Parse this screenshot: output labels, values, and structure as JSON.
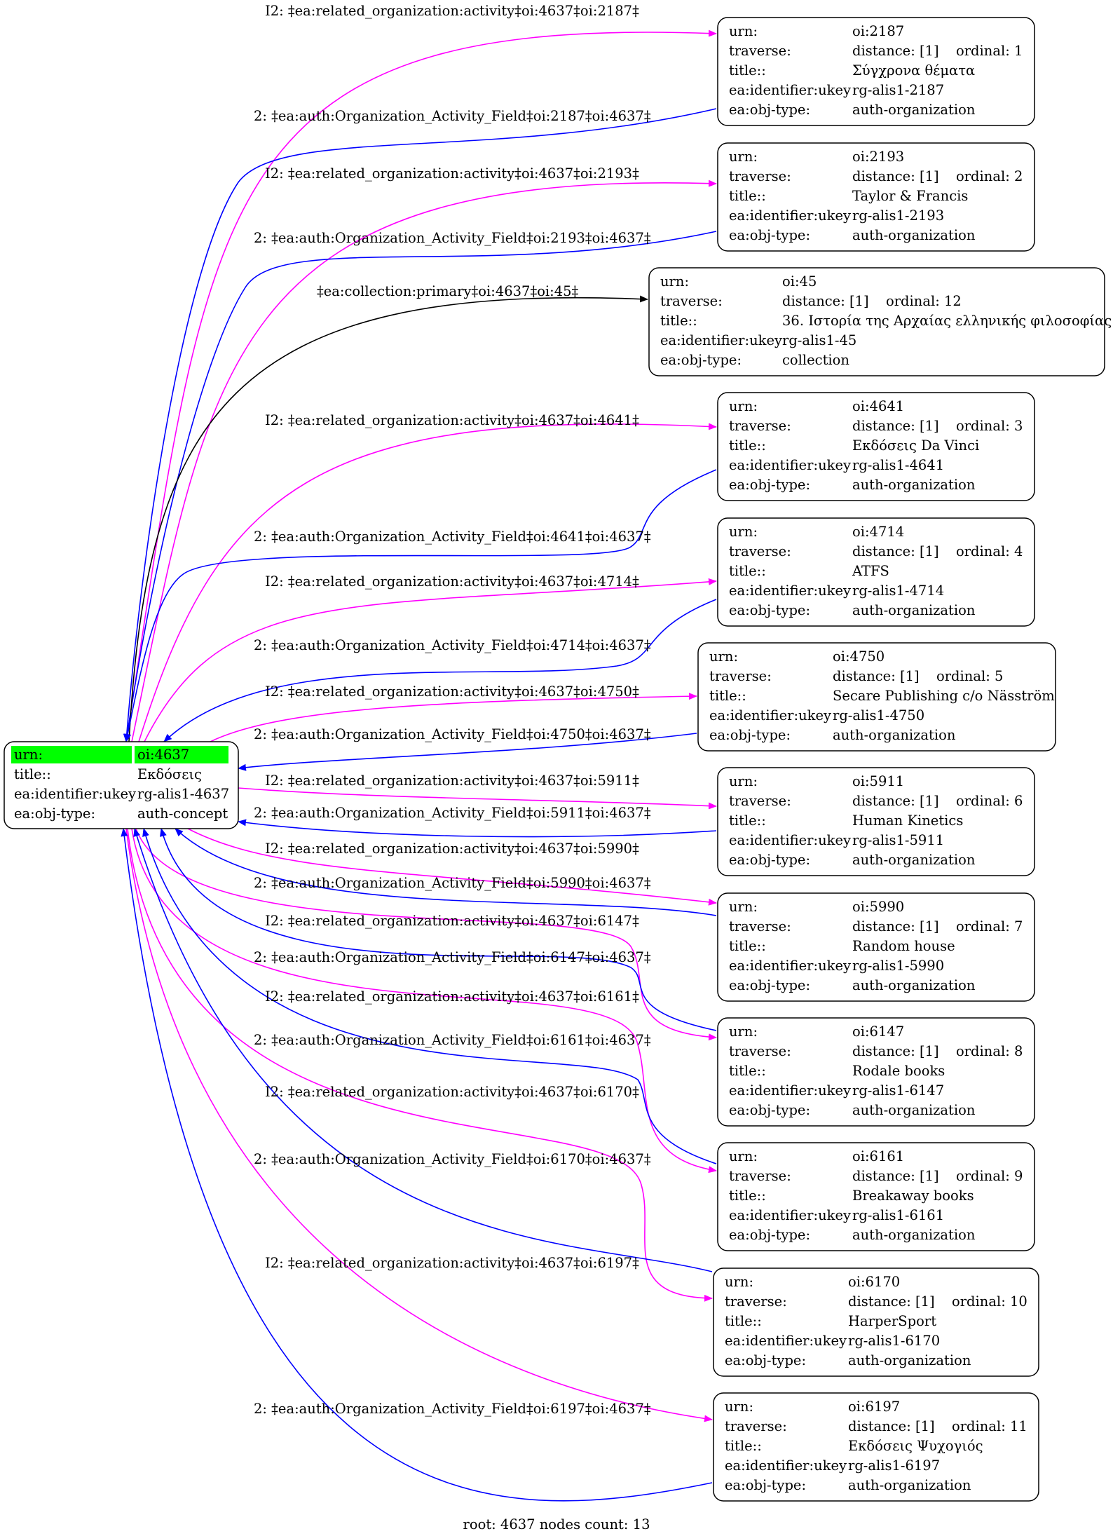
{
  "colors": {
    "activity": "#ff00ff",
    "field": "#0000ff",
    "collection": "#000000",
    "root_highlight": "#00ff00"
  },
  "root": {
    "rows": [
      {
        "key": "urn:",
        "value": "oi:4637"
      },
      {
        "key": "title::",
        "value": "Εκδόσεις"
      },
      {
        "key": "ea:identifier:ukey",
        "value": "rg-alis1-4637"
      },
      {
        "key": "ea:obj-type:",
        "value": "auth-concept"
      }
    ]
  },
  "nodes": [
    {
      "urn": "oi:2187",
      "distance": "distance: [1]",
      "ordinal": "ordinal: 1",
      "title": "Σύγχρονα θέματα",
      "ukey": "rg-alis1-2187",
      "objtype": "auth-organization"
    },
    {
      "urn": "oi:2193",
      "distance": "distance: [1]",
      "ordinal": "ordinal: 2",
      "title": "Taylor & Francis",
      "ukey": "rg-alis1-2193",
      "objtype": "auth-organization"
    },
    {
      "urn": "oi:45",
      "distance": "distance: [1]",
      "ordinal": "ordinal: 12",
      "title": "36. Ιστορία της Αρχαίας ελληνικής φιλοσοφίας",
      "ukey": "rg-alis1-45",
      "objtype": "collection"
    },
    {
      "urn": "oi:4641",
      "distance": "distance: [1]",
      "ordinal": "ordinal: 3",
      "title": "Εκδόσεις  Da Vinci",
      "ukey": "rg-alis1-4641",
      "objtype": "auth-organization"
    },
    {
      "urn": "oi:4714",
      "distance": "distance: [1]",
      "ordinal": "ordinal: 4",
      "title": "ATFS",
      "ukey": "rg-alis1-4714",
      "objtype": "auth-organization"
    },
    {
      "urn": "oi:4750",
      "distance": "distance: [1]",
      "ordinal": "ordinal: 5",
      "title": "Secare Publishing c/o Näsström",
      "ukey": "rg-alis1-4750",
      "objtype": "auth-organization"
    },
    {
      "urn": "oi:5911",
      "distance": "distance: [1]",
      "ordinal": "ordinal: 6",
      "title": "Human Kinetics",
      "ukey": "rg-alis1-5911",
      "objtype": "auth-organization"
    },
    {
      "urn": "oi:5990",
      "distance": "distance: [1]",
      "ordinal": "ordinal: 7",
      "title": "Random house",
      "ukey": "rg-alis1-5990",
      "objtype": "auth-organization"
    },
    {
      "urn": "oi:6147",
      "distance": "distance: [1]",
      "ordinal": "ordinal: 8",
      "title": "Rodale books",
      "ukey": "rg-alis1-6147",
      "objtype": "auth-organization"
    },
    {
      "urn": "oi:6161",
      "distance": "distance: [1]",
      "ordinal": "ordinal: 9",
      "title": "Breakaway books",
      "ukey": "rg-alis1-6161",
      "objtype": "auth-organization"
    },
    {
      "urn": "oi:6170",
      "distance": "distance: [1]",
      "ordinal": "ordinal: 10",
      "title": "HarperSport",
      "ukey": "rg-alis1-6170",
      "objtype": "auth-organization"
    },
    {
      "urn": "oi:6197",
      "distance": "distance: [1]",
      "ordinal": "ordinal: 11",
      "title": "Εκδόσεις Ψυχογιός",
      "ukey": "rg-alis1-6197",
      "objtype": "auth-organization"
    }
  ],
  "row_keys": [
    "urn:",
    "traverse:",
    "title::",
    "ea:identifier:ukey",
    "ea:obj-type:"
  ],
  "edges": [
    {
      "kind": "activity",
      "label": "I2: ‡ea:related_organization:activity‡oi:4637‡oi:2187‡"
    },
    {
      "kind": "field",
      "label": "2: ‡ea:auth:Organization_Activity_Field‡oi:2187‡oi:4637‡"
    },
    {
      "kind": "activity",
      "label": "I2: ‡ea:related_organization:activity‡oi:4637‡oi:2193‡"
    },
    {
      "kind": "field",
      "label": "2: ‡ea:auth:Organization_Activity_Field‡oi:2193‡oi:4637‡"
    },
    {
      "kind": "collection",
      "label": "‡ea:collection:primary‡oi:4637‡oi:45‡"
    },
    {
      "kind": "activity",
      "label": "I2: ‡ea:related_organization:activity‡oi:4637‡oi:4641‡"
    },
    {
      "kind": "field",
      "label": "2: ‡ea:auth:Organization_Activity_Field‡oi:4641‡oi:4637‡"
    },
    {
      "kind": "activity",
      "label": "I2: ‡ea:related_organization:activity‡oi:4637‡oi:4714‡"
    },
    {
      "kind": "field",
      "label": "2: ‡ea:auth:Organization_Activity_Field‡oi:4714‡oi:4637‡"
    },
    {
      "kind": "activity",
      "label": "I2: ‡ea:related_organization:activity‡oi:4637‡oi:4750‡"
    },
    {
      "kind": "field",
      "label": "2: ‡ea:auth:Organization_Activity_Field‡oi:4750‡oi:4637‡"
    },
    {
      "kind": "activity",
      "label": "I2: ‡ea:related_organization:activity‡oi:4637‡oi:5911‡"
    },
    {
      "kind": "field",
      "label": "2: ‡ea:auth:Organization_Activity_Field‡oi:5911‡oi:4637‡"
    },
    {
      "kind": "activity",
      "label": "I2: ‡ea:related_organization:activity‡oi:4637‡oi:5990‡"
    },
    {
      "kind": "field",
      "label": "2: ‡ea:auth:Organization_Activity_Field‡oi:5990‡oi:4637‡"
    },
    {
      "kind": "activity",
      "label": "I2: ‡ea:related_organization:activity‡oi:4637‡oi:6147‡"
    },
    {
      "kind": "field",
      "label": "2: ‡ea:auth:Organization_Activity_Field‡oi:6147‡oi:4637‡"
    },
    {
      "kind": "activity",
      "label": "I2: ‡ea:related_organization:activity‡oi:4637‡oi:6161‡"
    },
    {
      "kind": "field",
      "label": "2: ‡ea:auth:Organization_Activity_Field‡oi:6161‡oi:4637‡"
    },
    {
      "kind": "activity",
      "label": "I2: ‡ea:related_organization:activity‡oi:4637‡oi:6170‡"
    },
    {
      "kind": "field",
      "label": "2: ‡ea:auth:Organization_Activity_Field‡oi:6170‡oi:4637‡"
    },
    {
      "kind": "activity",
      "label": "I2: ‡ea:related_organization:activity‡oi:4637‡oi:6197‡"
    },
    {
      "kind": "field",
      "label": "2: ‡ea:auth:Organization_Activity_Field‡oi:6197‡oi:4637‡"
    }
  ],
  "footer": "root: 4637 nodes count: 13"
}
